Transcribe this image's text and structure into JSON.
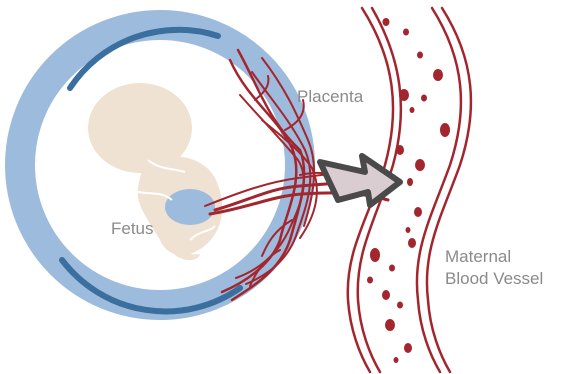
{
  "labels": {
    "placenta": "Placenta",
    "fetus": "Fetus",
    "maternal_line1": "Maternal",
    "maternal_line2": "Blood Vessel"
  },
  "colors": {
    "womb_ring": "#9dbbdc",
    "womb_inner_stroke": "#3b6f9e",
    "fetus_body": "#efe2d2",
    "fetus_organ": "#9cbbdd",
    "vessel": "#a3262e",
    "blood_cell": "#a3262e",
    "arrow_stroke": "#4a4a4a",
    "arrow_fill": "#d9cdd1",
    "label_text": "#8a8a8a"
  }
}
